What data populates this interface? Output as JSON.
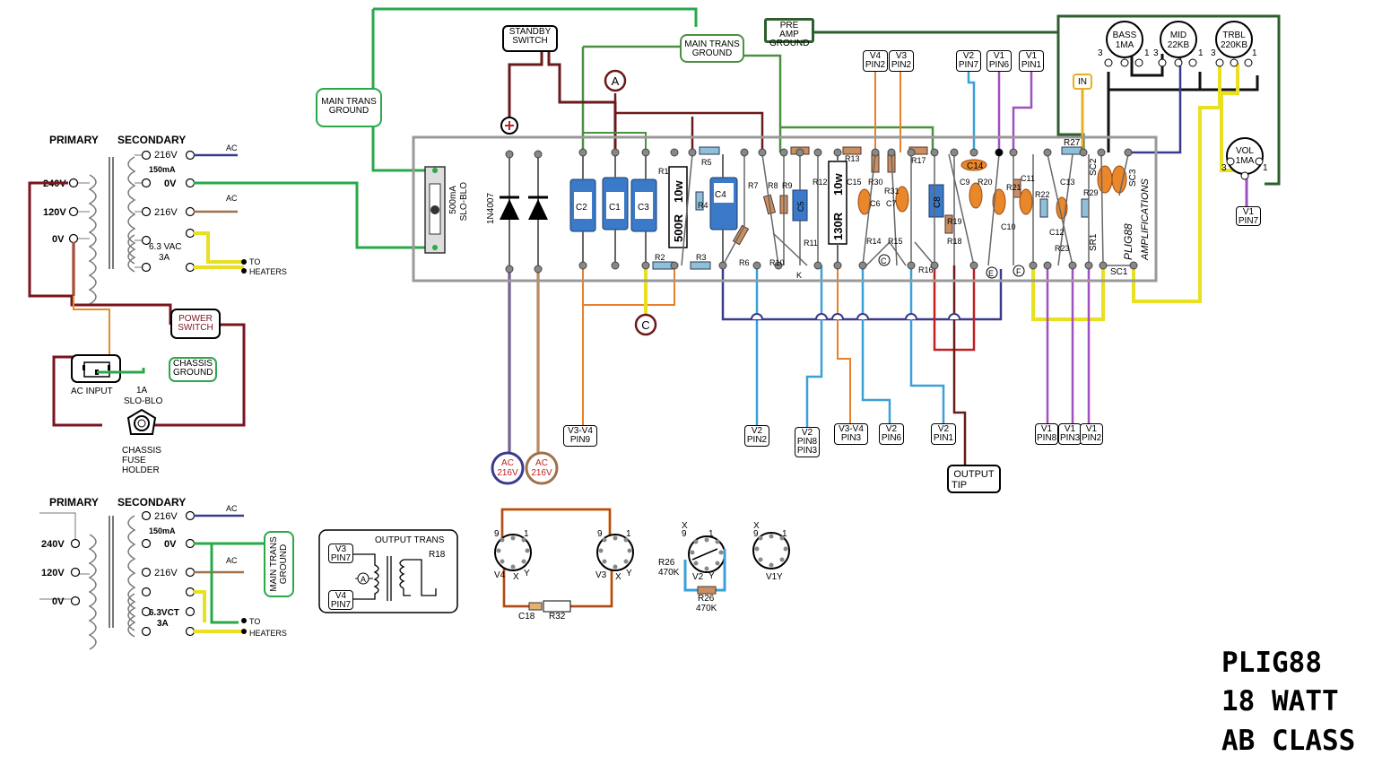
{
  "transformer_top": {
    "primary": "PRIMARY",
    "secondary": "SECONDARY",
    "v240": "240V",
    "v120": "120V",
    "v0": "0V",
    "s216a": "216V",
    "ac1": "AC",
    "ma": "150mA",
    "s0v": "0V",
    "ac2": "AC",
    "s216b": "216V",
    "s63": "6.3 VAC",
    "s3a": "3A",
    "to": "TO",
    "heaters": "HEATERS"
  },
  "transformer_bottom": {
    "primary": "PRIMARY",
    "secondary": "SECONDARY",
    "v240": "240V",
    "v120": "120V",
    "v0": "0V",
    "s216a": "216V",
    "ac1": "AC",
    "ma": "150mA",
    "s0v": "0V",
    "ac2": "AC",
    "s216b": "216V",
    "s63": "6.3VCT",
    "s3a": "3A",
    "to": "TO",
    "heaters": "HEATERS"
  },
  "labels": {
    "main_trans_ground_left": [
      "MAIN TRANS",
      "GROUND"
    ],
    "standby_switch": [
      "STANDBY",
      "SWITCH"
    ],
    "main_trans_ground_mid": [
      "MAIN TRANS",
      "GROUND"
    ],
    "pre_amp_ground": [
      "PRE AMP",
      "GROUND"
    ],
    "power_switch": [
      "POWER",
      "SWITCH"
    ],
    "chassis_ground": [
      "CHASSIS",
      "GROUND"
    ],
    "main_trans_ground_vertical": "MAIN TRANS GROUND",
    "v4_pin2": [
      "V4",
      "PIN2"
    ],
    "v3_pin2": [
      "V3",
      "PIN2"
    ],
    "v2_pin7": [
      "V2",
      "PIN7"
    ],
    "v1_pin6": [
      "V1",
      "PIN6"
    ],
    "v1_pin1": [
      "V1",
      "PIN1"
    ],
    "in": "IN",
    "v1_pin7": [
      "V1",
      "PIN7"
    ],
    "v3v4_pin9": [
      "V3-V4",
      "PIN9"
    ],
    "v2_pin2": [
      "V2",
      "PIN2"
    ],
    "v2_pin8_pin3": [
      "V2",
      "PIN8",
      "PIN3"
    ],
    "v3v4_pin3": [
      "V3-V4",
      "PIN3"
    ],
    "v2_pin6": [
      "V2",
      "PIN6"
    ],
    "v2_pin1": [
      "V2",
      "PIN1"
    ],
    "output_tip": [
      "OUTPUT",
      "TIP"
    ],
    "v1_pin8": [
      "V1",
      "PIN8"
    ],
    "v1_pin3": [
      "V1",
      "PIN3"
    ],
    "v1_pin2": [
      "V1",
      "PIN2"
    ],
    "v3_pin7": [
      "V3",
      "PIN7"
    ],
    "v4_pin7": [
      "V4",
      "PIN7"
    ]
  },
  "pots": {
    "bass": [
      "BASS",
      "1MA"
    ],
    "mid": [
      "MID",
      "22KB"
    ],
    "treble": [
      "TRBL",
      "220KB"
    ],
    "volume": [
      "VOL",
      "1MA"
    ]
  },
  "ac_circles": {
    "left": [
      "AC",
      "216V"
    ],
    "right": [
      "AC",
      "216V"
    ]
  },
  "markers": {
    "a": "A",
    "c": "C"
  },
  "board": {
    "fuse": [
      "500mA",
      "SLO-BLO"
    ],
    "diode": "1N4007",
    "r500": "500R",
    "w10a": "10w",
    "r130": "130R",
    "w10b": "10w",
    "brand": [
      "PLIG88",
      "AMPLIFICATIONS"
    ],
    "parts": [
      "C2",
      "C1",
      "C3",
      "R1",
      "R5",
      "C4",
      "R4",
      "R2",
      "R3",
      "R6",
      "R7",
      "R8",
      "R9",
      "C5",
      "R12",
      "R10",
      "R11",
      "K",
      "R13",
      "C15",
      "R30",
      "R31",
      "R17",
      "C8",
      "C6",
      "C7",
      "R14",
      "R15",
      "R16",
      "R18",
      "R19",
      "C9",
      "R20",
      "C14",
      "R21",
      "C11",
      "R22",
      "C13",
      "C10",
      "C12",
      "R23",
      "R27",
      "SC2",
      "SC3",
      "R29",
      "SR1",
      "SC1",
      "E",
      "F",
      "C"
    ]
  },
  "ac_input": {
    "label": "AC INPUT",
    "fuse": [
      "1A",
      "SLO-BLO"
    ],
    "holder": [
      "CHASSIS",
      "FUSE",
      "HOLDER"
    ]
  },
  "output_trans": {
    "title": "OUTPUT TRANS",
    "r18": "R18",
    "a": "A"
  },
  "tube_sockets": {
    "v4": "V4",
    "v3": "V3",
    "x": "X",
    "y": "Y",
    "n9": "9",
    "n1": "1",
    "c18": "C18",
    "r32": "R32",
    "v2": "V2",
    "r26a": [
      "R26",
      "470K"
    ],
    "r26b": [
      "R26",
      "470K"
    ],
    "v1": "V1"
  },
  "title": [
    "PLIG88",
    "18 WATT",
    "AB CLASS"
  ]
}
